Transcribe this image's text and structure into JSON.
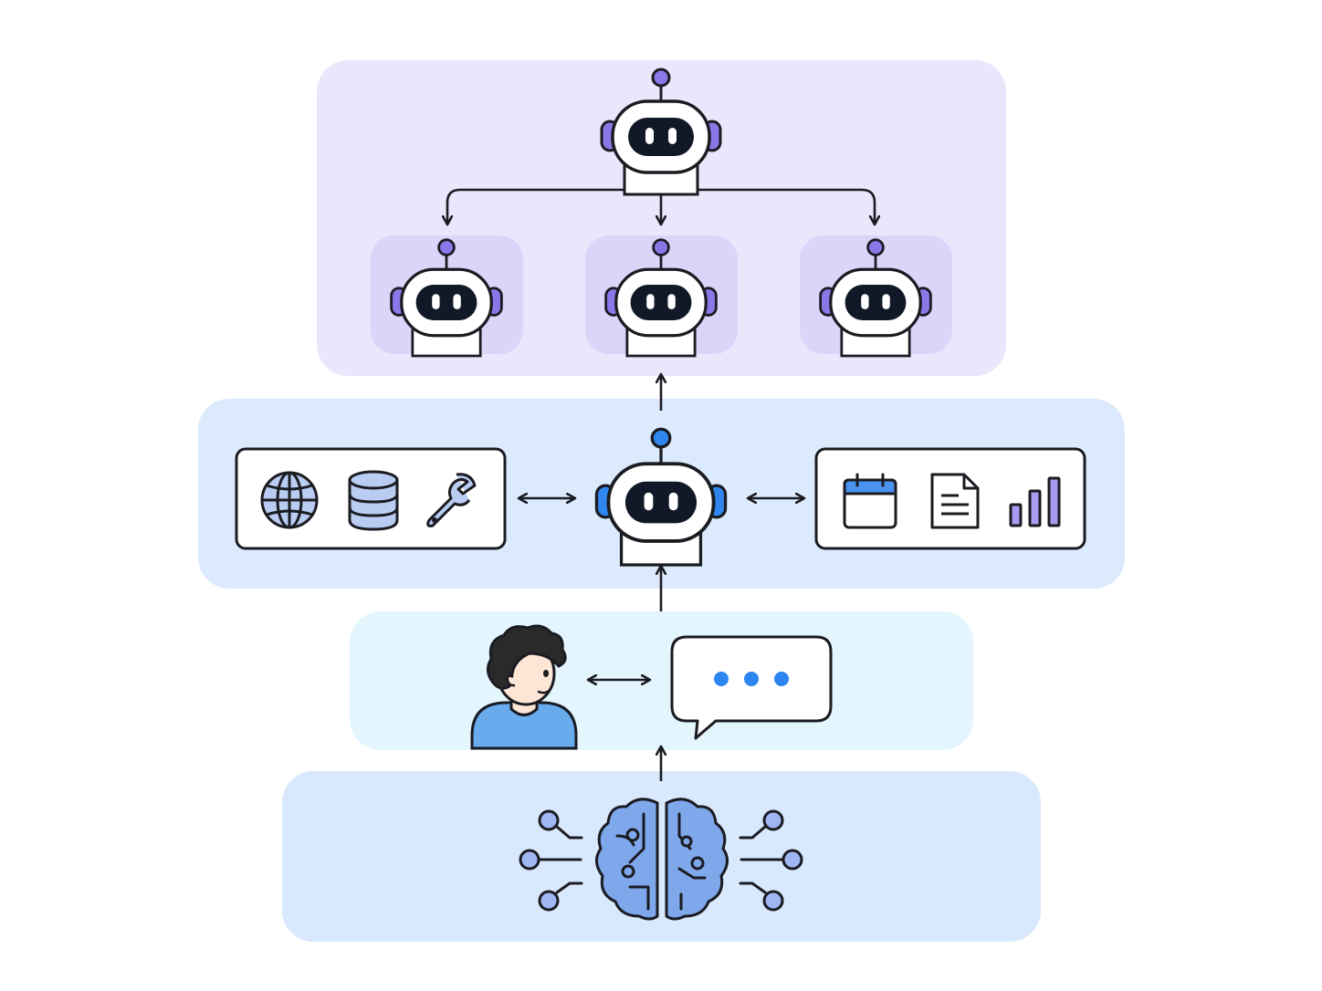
{
  "colors": {
    "orchestration_layer": "#ebe6fc",
    "agent_layer": "#dbeafd",
    "interaction_layer": "#e3f5fd",
    "model_layer": "#d9e9fd",
    "subagent_tile": "#ddd4fa",
    "outline": "#1b1b22",
    "robot_face": "#111827",
    "robot_ear_purple": "#8b78e8",
    "robot_ear_blue": "#2f86ef",
    "antenna_purple": "#8b78e8",
    "antenna_blue": "#3f8ff0",
    "typing_dots": "#2b86f0",
    "brain_fill": "#7fa8ec",
    "person_shirt": "#68acee",
    "person_hair": "#2b2a2a",
    "chart_bars": "#a79af0",
    "database": "#b9cdf2",
    "calendar_header": "#4a92ef"
  },
  "layers": [
    {
      "id": "orchestration",
      "icons": [
        "orchestrator-robot-icon",
        "sub-agent-robot-icon",
        "sub-agent-robot-icon",
        "sub-agent-robot-icon"
      ]
    },
    {
      "id": "agent",
      "icons": [
        "globe-icon",
        "database-icon",
        "wrench-icon",
        "agent-robot-icon",
        "calendar-icon",
        "document-icon",
        "bar-chart-icon"
      ]
    },
    {
      "id": "interaction",
      "icons": [
        "user-person-icon",
        "chat-bubble-icon"
      ]
    },
    {
      "id": "model",
      "icons": [
        "brain-circuit-icon"
      ]
    }
  ]
}
